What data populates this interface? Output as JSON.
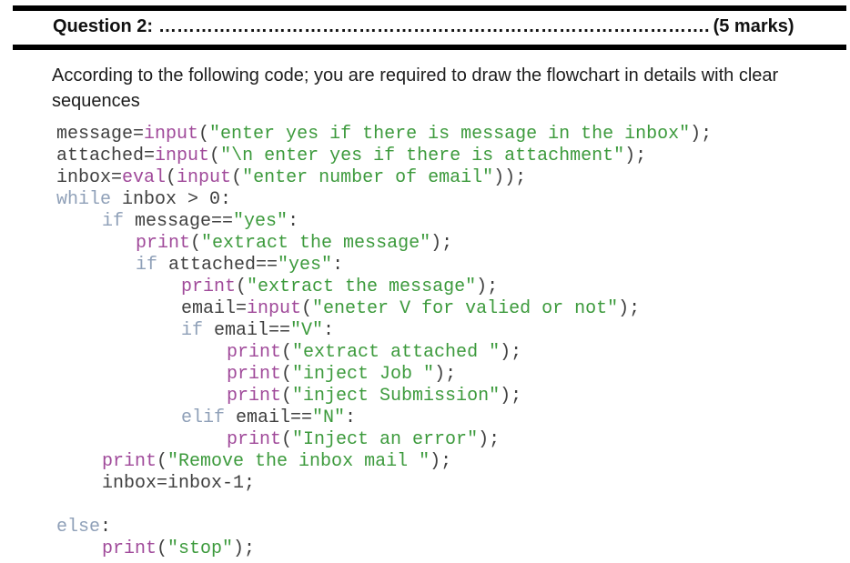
{
  "question": {
    "label": "Question 2:",
    "dots": "……………………………………………………………………………….",
    "marks": "(5 marks)"
  },
  "instruction": "According to the following code; you are required to draw the flowchart in details with clear sequences",
  "code_lines": [
    {
      "indent": 0,
      "tokens": [
        [
          "plain",
          "message="
        ],
        [
          "fn",
          "input"
        ],
        [
          "plain",
          "("
        ],
        [
          "str",
          "\"enter yes if there is message in the inbox\""
        ],
        [
          "plain",
          ");"
        ]
      ]
    },
    {
      "indent": 0,
      "tokens": [
        [
          "plain",
          "attached="
        ],
        [
          "fn",
          "input"
        ],
        [
          "plain",
          "("
        ],
        [
          "str",
          "\"\\n enter yes if there is attachment\""
        ],
        [
          "plain",
          ");"
        ]
      ]
    },
    {
      "indent": 0,
      "tokens": [
        [
          "plain",
          "inbox="
        ],
        [
          "fn",
          "eval"
        ],
        [
          "plain",
          "("
        ],
        [
          "fn",
          "input"
        ],
        [
          "plain",
          "("
        ],
        [
          "str",
          "\"enter number of email\""
        ],
        [
          "plain",
          "));"
        ]
      ]
    },
    {
      "indent": 0,
      "tokens": [
        [
          "kw",
          "while"
        ],
        [
          "plain",
          " inbox > 0:"
        ]
      ]
    },
    {
      "indent": 1,
      "tokens": [
        [
          "kw",
          "if"
        ],
        [
          "plain",
          " message=="
        ],
        [
          "str",
          "\"yes\""
        ],
        [
          "plain",
          ":"
        ]
      ]
    },
    {
      "indent": 2,
      "tokens": [
        [
          "fn",
          "print"
        ],
        [
          "plain",
          "("
        ],
        [
          "str",
          "\"extract the message\""
        ],
        [
          "plain",
          ");"
        ]
      ]
    },
    {
      "indent": 2,
      "tokens": [
        [
          "kw",
          "if"
        ],
        [
          "plain",
          " attached=="
        ],
        [
          "str",
          "\"yes\""
        ],
        [
          "plain",
          ":"
        ]
      ]
    },
    {
      "indent": 3,
      "tokens": [
        [
          "fn",
          "print"
        ],
        [
          "plain",
          "("
        ],
        [
          "str",
          "\"extract the message\""
        ],
        [
          "plain",
          ");"
        ]
      ]
    },
    {
      "indent": 3,
      "tokens": [
        [
          "plain",
          "email="
        ],
        [
          "fn",
          "input"
        ],
        [
          "plain",
          "("
        ],
        [
          "str",
          "\"eneter V for valied or not\""
        ],
        [
          "plain",
          ");"
        ]
      ]
    },
    {
      "indent": 3,
      "tokens": [
        [
          "kw",
          "if"
        ],
        [
          "plain",
          " email=="
        ],
        [
          "str",
          "\"V\""
        ],
        [
          "plain",
          ":"
        ]
      ]
    },
    {
      "indent": 4,
      "tokens": [
        [
          "fn",
          "print"
        ],
        [
          "plain",
          "("
        ],
        [
          "str",
          "\"extract attached \""
        ],
        [
          "plain",
          ");"
        ]
      ]
    },
    {
      "indent": 4,
      "tokens": [
        [
          "fn",
          "print"
        ],
        [
          "plain",
          "("
        ],
        [
          "str",
          "\"inject Job \""
        ],
        [
          "plain",
          ");"
        ]
      ]
    },
    {
      "indent": 4,
      "tokens": [
        [
          "fn",
          "print"
        ],
        [
          "plain",
          "("
        ],
        [
          "str",
          "\"inject Submission\""
        ],
        [
          "plain",
          ");"
        ]
      ]
    },
    {
      "indent": 3,
      "tokens": [
        [
          "kw",
          "elif"
        ],
        [
          "plain",
          " email=="
        ],
        [
          "str",
          "\"N\""
        ],
        [
          "plain",
          ":"
        ]
      ]
    },
    {
      "indent": 4,
      "tokens": [
        [
          "fn",
          "print"
        ],
        [
          "plain",
          "("
        ],
        [
          "str",
          "\"Inject an error\""
        ],
        [
          "plain",
          ");"
        ]
      ]
    },
    {
      "indent": 1,
      "tokens": [
        [
          "fn",
          "print"
        ],
        [
          "plain",
          "("
        ],
        [
          "str",
          "\"Remove the inbox mail \""
        ],
        [
          "plain",
          ");"
        ]
      ]
    },
    {
      "indent": 1,
      "tokens": [
        [
          "plain",
          "inbox=inbox-1;"
        ]
      ]
    },
    {
      "indent": 0,
      "tokens": []
    },
    {
      "indent": 0,
      "tokens": [
        [
          "kw",
          "else"
        ],
        [
          "plain",
          ":"
        ]
      ]
    },
    {
      "indent": 1,
      "tokens": [
        [
          "fn",
          "print"
        ],
        [
          "plain",
          "("
        ],
        [
          "str",
          "\"stop\""
        ],
        [
          "plain",
          ");"
        ]
      ]
    }
  ],
  "colors": {
    "keyword": "#8fa0b8",
    "function": "#a04a9a",
    "string": "#3c9a3c",
    "plain": "#404040"
  }
}
